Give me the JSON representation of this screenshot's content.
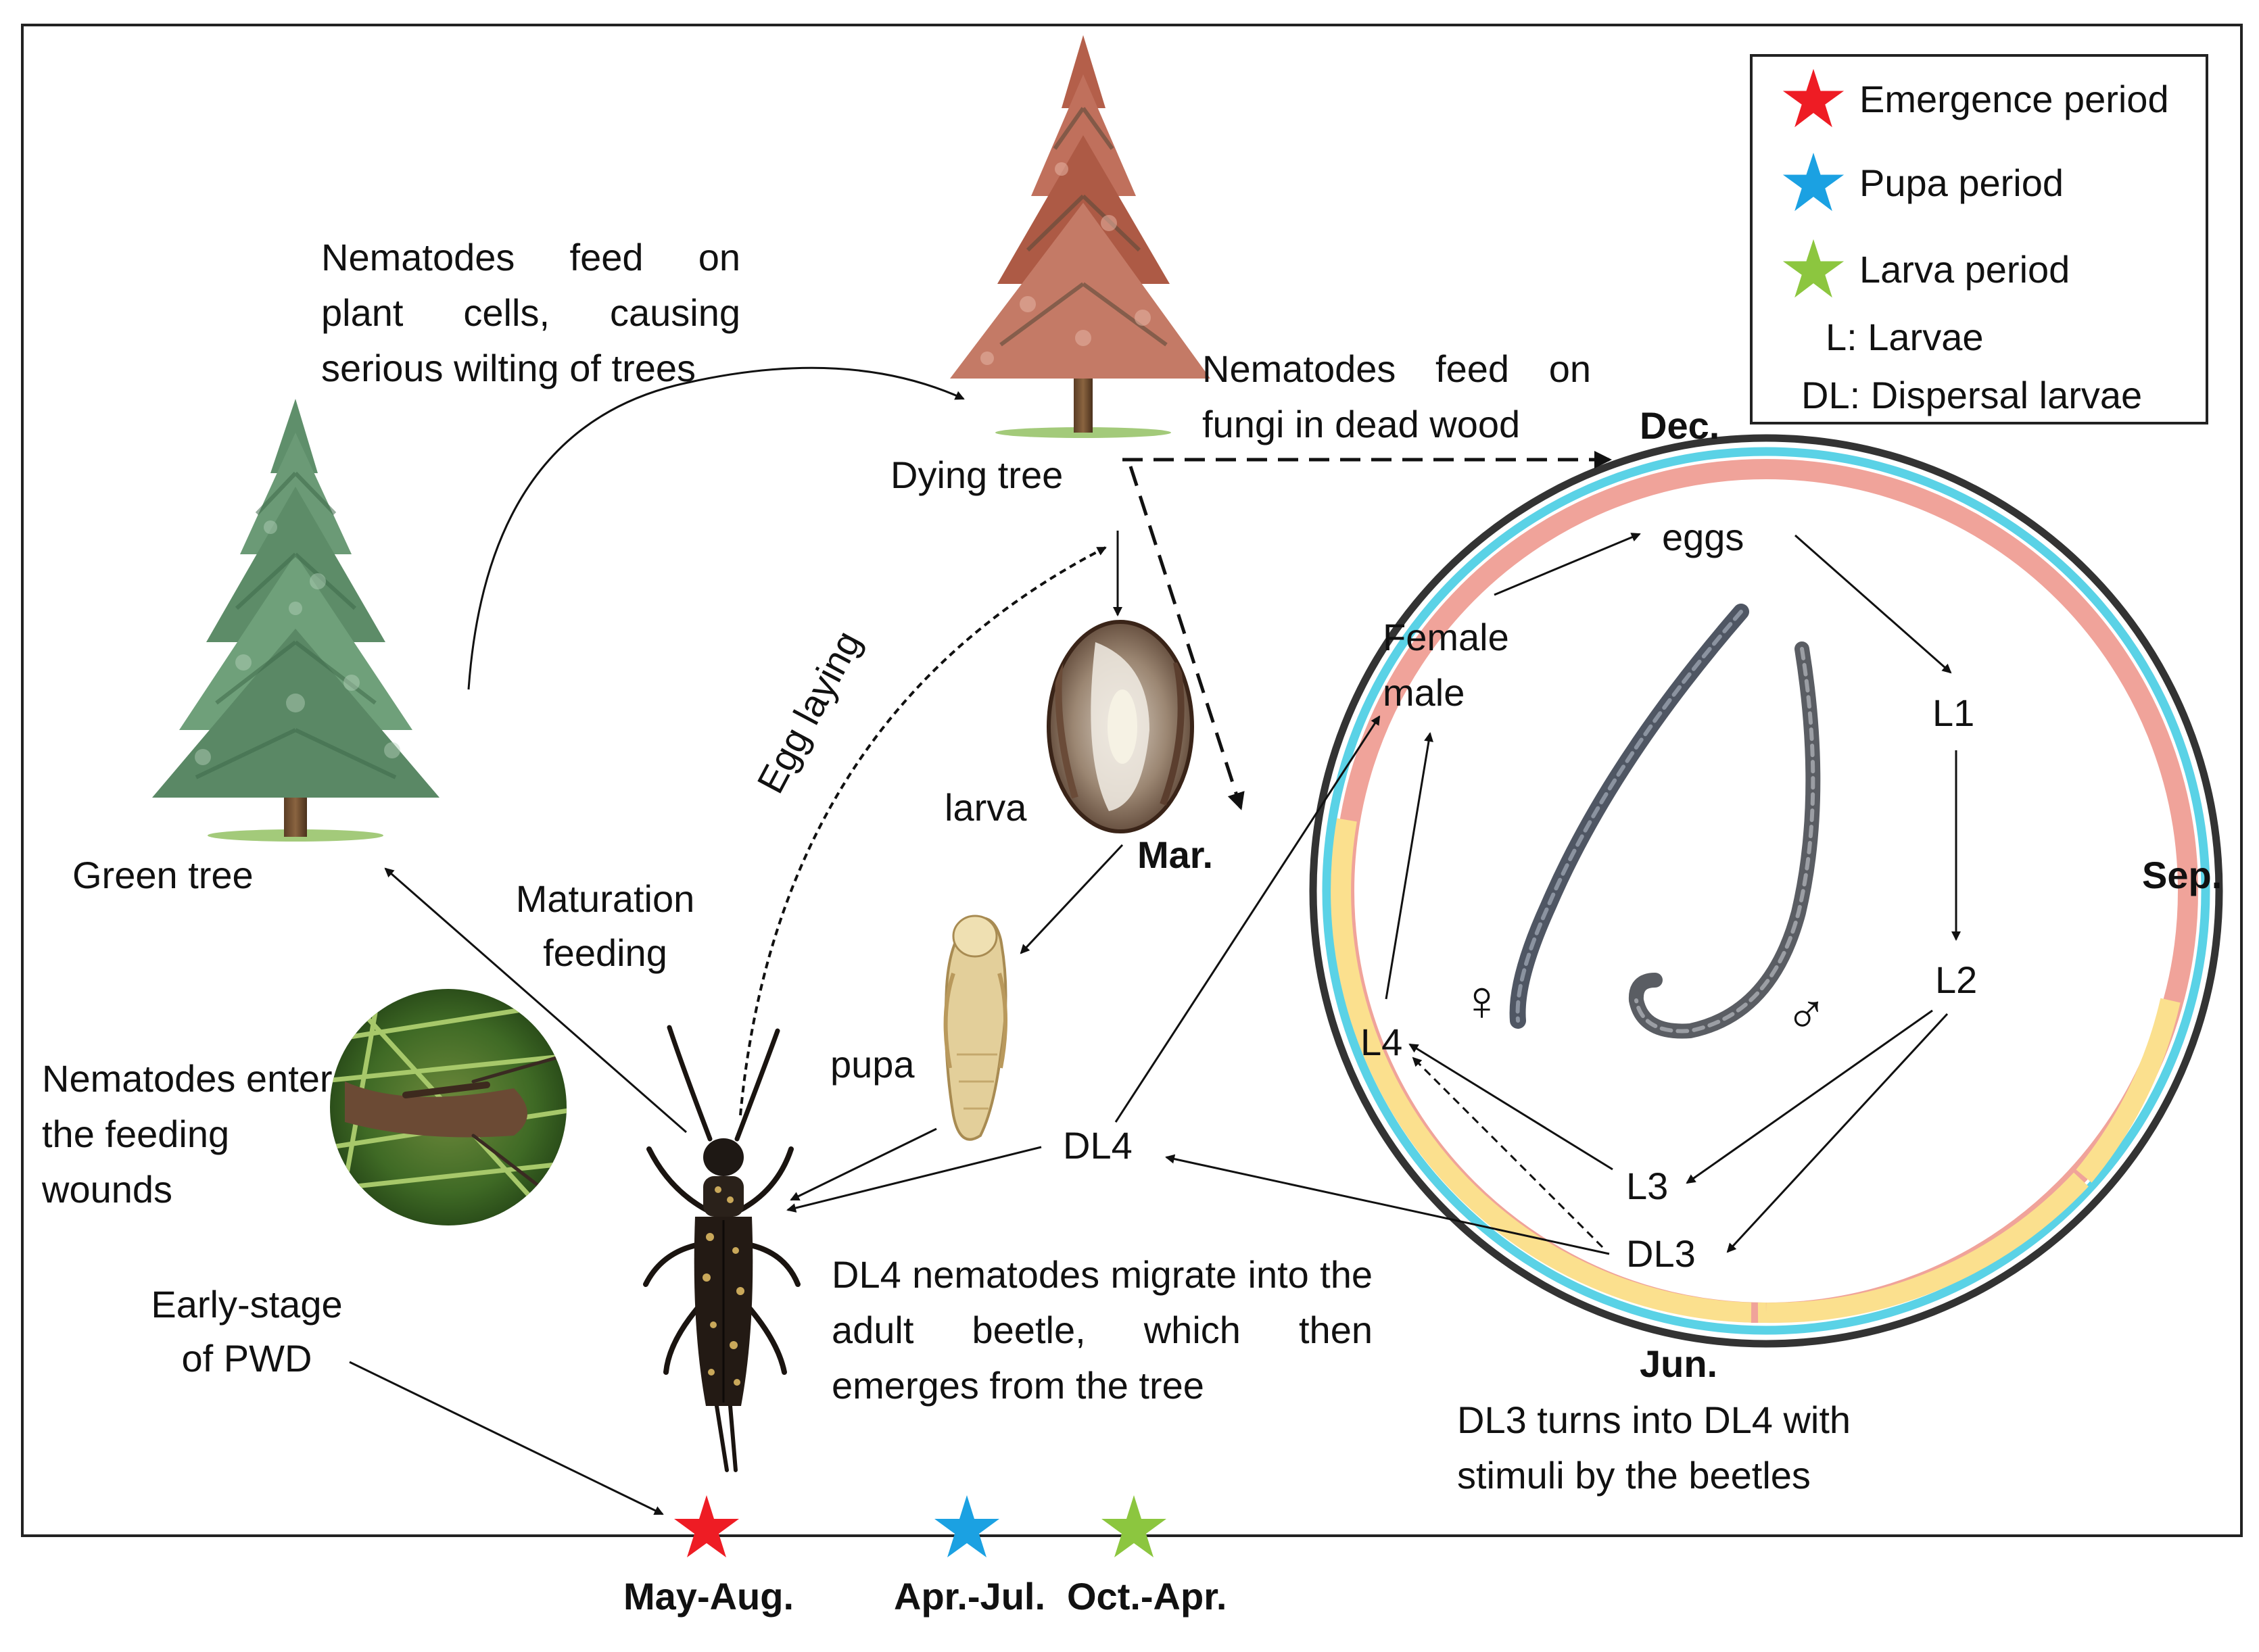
{
  "legend": {
    "items": [
      {
        "label": "Emergence period",
        "color": "#ee1c24"
      },
      {
        "label": "Pupa period",
        "color": "#1ba1e2"
      },
      {
        "label": "Larva period",
        "color": "#8cc63f"
      }
    ],
    "abbrev_l": "L: Larvae",
    "abbrev_dl": "DL: Dispersal larvae"
  },
  "trees": {
    "green_tree": "Green tree",
    "dying_tree": "Dying tree",
    "wilting_note": "Nematodes feed on plant cells, causing serious wilting of trees",
    "fungi_note": "Nematodes feed on fungi in dead wood"
  },
  "beetle_cycle": {
    "larva": "larva",
    "pupa": "pupa",
    "egg_laying": "Egg laying",
    "maturation_feeding": "Maturation feeding",
    "enter_wounds": "Nematodes enter the feeding wounds",
    "early_stage": "Early-stage of PWD",
    "migrate_note": "DL4 nematodes migrate into the adult beetle, which then emerges from the tree"
  },
  "nematode_cycle": {
    "months": {
      "dec": "Dec.",
      "mar": "Mar.",
      "jun": "Jun.",
      "sep": "Sep."
    },
    "stages": {
      "eggs": "eggs",
      "female": "Female",
      "male": "male",
      "l1": "L1",
      "l2": "L2",
      "l3": "L3",
      "l4": "L4",
      "dl3": "DL3",
      "dl4": "DL4"
    },
    "female_symbol": "♀",
    "male_symbol": "♂",
    "dl3_note": "DL3 turns into DL4 with stimuli by the beetles",
    "ring_colors": {
      "outer": "#333333",
      "blue": "#5ad2e6",
      "pink": "#f0a39a",
      "yellow": "#fbe08e"
    }
  },
  "timeline": {
    "items": [
      {
        "label": "May-Aug.",
        "color": "#ee1c24"
      },
      {
        "label": "Apr.-Jul.",
        "color": "#1ba1e2"
      },
      {
        "label": "Oct.-Apr.",
        "color": "#8cc63f"
      }
    ]
  }
}
